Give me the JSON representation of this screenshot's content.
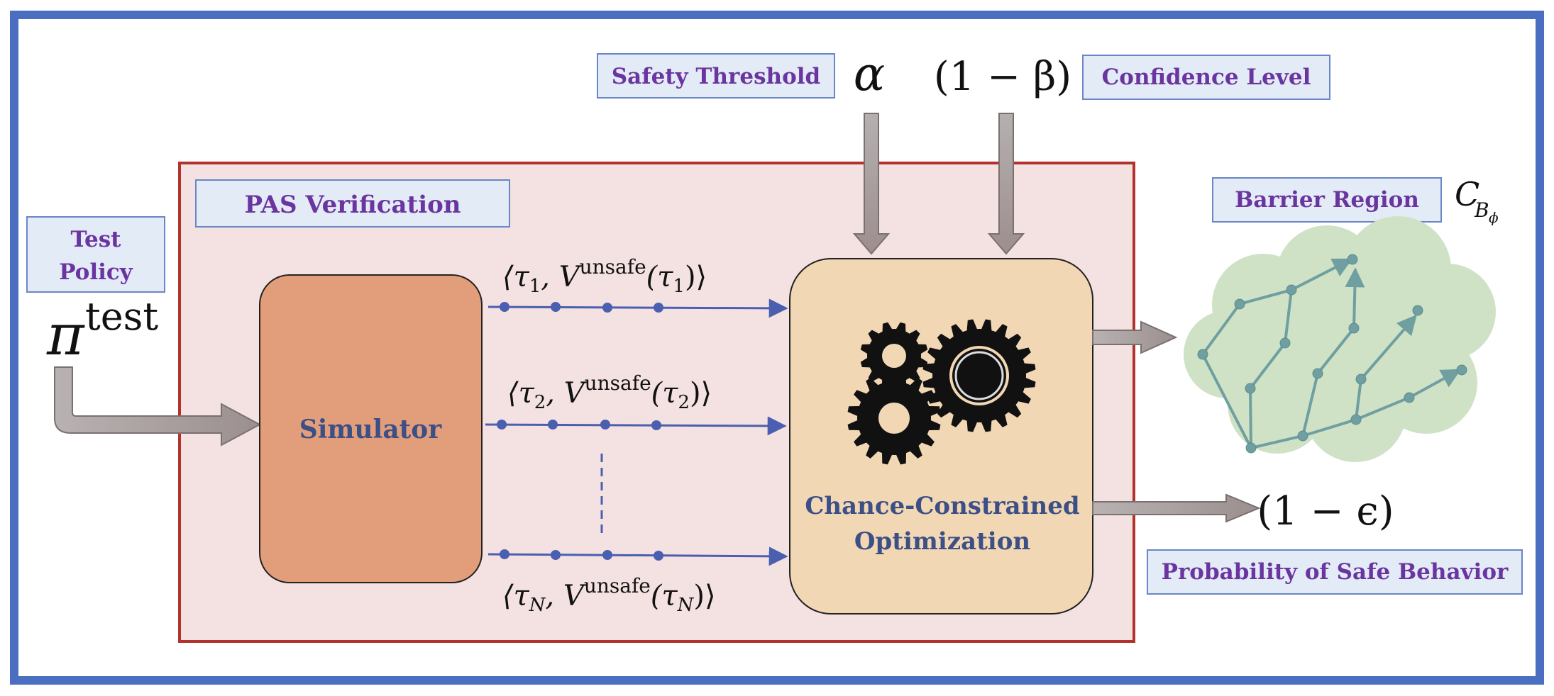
{
  "labels": {
    "safety_threshold": "Safety Threshold",
    "confidence_level": "Confidence Level",
    "pas_verification": "PAS Verification",
    "test_policy_line1": "Test",
    "test_policy_line2": "Policy",
    "barrier_region": "Barrier Region",
    "simulator": "Simulator",
    "optimizer_line1": "Chance-Constrained",
    "optimizer_line2": "Optimization",
    "probability_safe": "Probability of Safe Behavior"
  },
  "math": {
    "alpha": "α",
    "one_minus_beta": "(1 − β)",
    "one_minus_epsilon": "(1 − ϵ)",
    "pi": "π",
    "pi_sup": "test",
    "barrier_symbol": "C",
    "barrier_sub": "B",
    "barrier_subsub": "ϕ",
    "traj1_open": "⟨τ",
    "traj1_idx": "1",
    "traj1_mid": ", V",
    "traj1_sup": "unsafe",
    "traj1_arg": "(τ",
    "traj1_arg_idx": "1",
    "traj1_close": ")⟩",
    "traj2_open": "⟨τ",
    "traj2_idx": "2",
    "traj2_mid": ", V",
    "traj2_sup": "unsafe",
    "traj2_arg": "(τ",
    "traj2_arg_idx": "2",
    "traj2_close": ")⟩",
    "trajN_open": "⟨τ",
    "trajN_idx": "N",
    "trajN_mid": ", V",
    "trajN_sup": "unsafe",
    "trajN_arg": "(τ",
    "trajN_arg_idx": "N",
    "trajN_close": ")⟩"
  },
  "icons": {
    "gears": "gears-icon"
  },
  "colors": {
    "frame": "#4a6fc0",
    "pas_fill": "#f4e1e1",
    "pas_border": "#b2322d",
    "label_fill": "#e3ebf7",
    "label_border": "#6a86c6",
    "label_text_purple": "#6b35a0",
    "simulator_fill": "#e29e7a",
    "optimizer_fill": "#f2d7b4",
    "dark_blue_text": "#3c4f86",
    "trajectory_line": "#4a5fb0",
    "arrow_fill": "#a89c9c",
    "cloud_fill": "#cfe2c5",
    "graph_color": "#6f9fa1"
  }
}
